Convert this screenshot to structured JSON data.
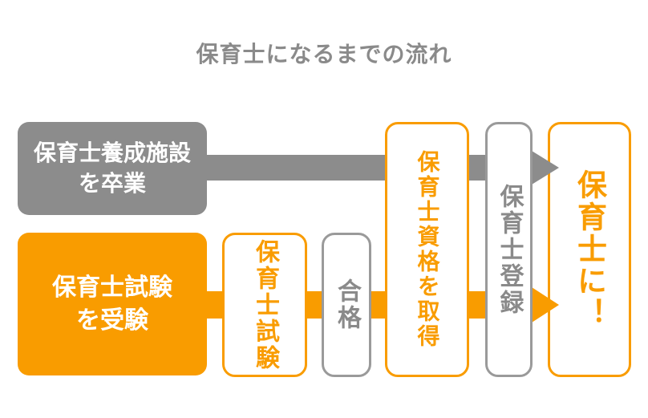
{
  "title": "保育士になるまでの流れ",
  "colors": {
    "orange": "#f99c00",
    "gray_fill": "#8c8c8c",
    "gray_border": "#9a9a9a",
    "gray_text": "#8a8a8a",
    "background": "#ffffff"
  },
  "routes": {
    "top_start": {
      "line1": "保育士養成施設",
      "line2": "を卒業"
    },
    "bottom_start": {
      "line1": "保育士試験",
      "line2": "を受験"
    }
  },
  "steps": {
    "exam": {
      "label": "保育士試験",
      "color": "orange"
    },
    "pass": {
      "label": "合格",
      "color": "gray"
    },
    "license": {
      "label": "保育士資格を取得",
      "color": "orange"
    },
    "register": {
      "label": "保育士登録",
      "color": "gray"
    },
    "final": {
      "label": "保育士に！",
      "color": "orange"
    }
  }
}
